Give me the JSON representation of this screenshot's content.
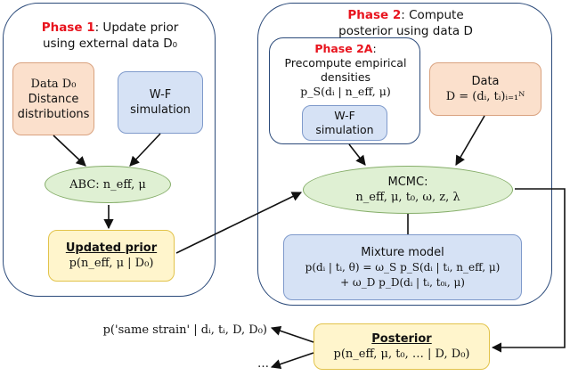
{
  "phase1": {
    "title_tag": "Phase 1",
    "title_rest": ": Update prior",
    "title_line2": "using external data D₀",
    "data_box": {
      "title": "Data D₀",
      "lines": [
        "Distance",
        "distributions"
      ]
    },
    "wf_box": {
      "lines": [
        "W-F",
        "simulation"
      ]
    },
    "abc": "ABC: n_eff, μ",
    "prior": {
      "title": "Updated prior",
      "formula": "p(n_eff, μ | D₀)"
    }
  },
  "phase2": {
    "title_tag": "Phase 2",
    "title_rest": ": Compute",
    "title_line2": "posterior using data D",
    "phase2a": {
      "title_tag": "Phase 2A",
      "title_rest": ":",
      "lines": [
        "Precompute empirical",
        "densities"
      ],
      "formula": "p_S(dᵢ | n_eff, μ)",
      "wf_lines": [
        "W-F",
        "simulation"
      ]
    },
    "data_box": {
      "title": "Data",
      "formula": "D = (dᵢ, tᵢ)ᵢ₌₁ᴺ"
    },
    "mcmc": {
      "title": "MCMC:",
      "formula": "n_eff, μ, t₀, ω, z, λ"
    },
    "mixture": {
      "title": "Mixture model",
      "line1": "p(dᵢ | tᵢ, θ) = ω_S p_S(dᵢ | tᵢ, n_eff, μ)",
      "line2": "+ ω_D p_D(dᵢ | tᵢ, t₀ᵢ, μ)"
    }
  },
  "posterior": {
    "title": "Posterior",
    "formula": "p(n_eff, μ, t₀, … | D, D₀)"
  },
  "outputs": [
    "p('same strain' | dᵢ, tᵢ, D, D₀)",
    "…"
  ],
  "colors": {
    "phase_tag": "#e8141e",
    "panel_border": "#2b4a7a",
    "orange_fill": "#fbe0cc",
    "blue_fill": "#d6e2f5",
    "yellow_fill": "#fff5cc",
    "green_fill": "#dff0d3"
  }
}
